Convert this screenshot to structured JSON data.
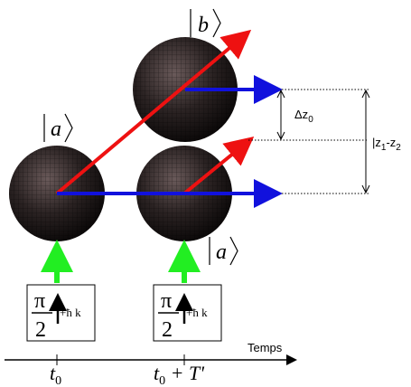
{
  "labels": {
    "state_b": "b",
    "state_a_left": "a",
    "state_a_right": "a",
    "delta_z": "Δz",
    "delta_z_sub": "0",
    "z_diff": "|z",
    "z_diff_sub1": "1",
    "z_diff_mid": "-z",
    "z_diff_sub2": "2",
    "pulse_num": "π",
    "pulse_den": "2",
    "kick": "+ħ k",
    "time_axis": "Temps",
    "t0": "t",
    "t0_sub": "0",
    "t1_prefix": "t",
    "t1_sub": "0",
    "t1_suffix": " + T'"
  },
  "colors": {
    "red_arrow": "#ee1111",
    "blue_arrow": "#1111dd",
    "green_arrow": "#22ee22",
    "sphere": "#2b2323"
  }
}
